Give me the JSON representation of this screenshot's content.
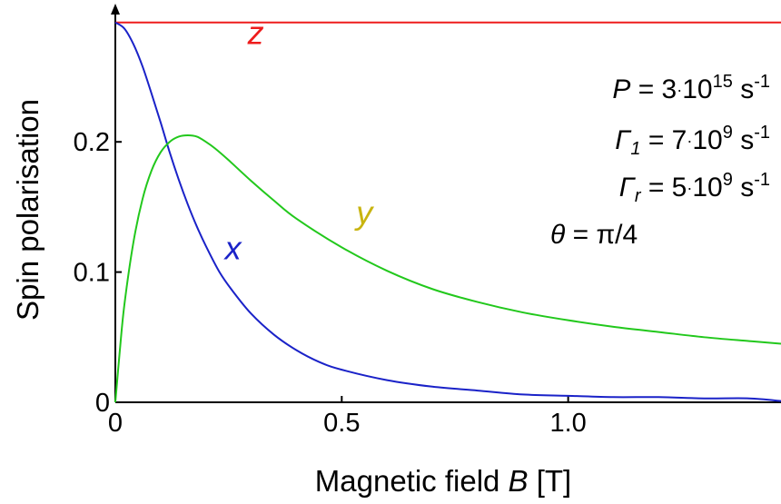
{
  "chart_data": {
    "type": "line",
    "title": "",
    "xlabel_text": "Magnetic field ",
    "xlabel_var": "B",
    "xlabel_unit": " [T]",
    "ylabel": "Spin polarisation",
    "xlim": [
      0,
      1.47
    ],
    "ylim": [
      0,
      0.295
    ],
    "grid": false,
    "x_ticks": [
      {
        "v": 0,
        "label": "0"
      },
      {
        "v": 0.5,
        "label": "0.5"
      },
      {
        "v": 1.0,
        "label": "1.0"
      }
    ],
    "y_ticks": [
      {
        "v": 0,
        "label": "0"
      },
      {
        "v": 0.1,
        "label": "0.1"
      },
      {
        "v": 0.2,
        "label": "0.2"
      }
    ],
    "series": [
      {
        "name": "z",
        "color": "#ee1c1c",
        "x": [
          0,
          1.47
        ],
        "y": [
          0.2917,
          0.2917
        ]
      },
      {
        "name": "x",
        "color": "#1a22c8",
        "x": [
          0,
          0.02,
          0.04,
          0.06,
          0.08,
          0.1,
          0.12,
          0.14,
          0.16,
          0.18,
          0.2,
          0.23,
          0.26,
          0.3,
          0.35,
          0.4,
          0.45,
          0.5,
          0.6,
          0.7,
          0.8,
          0.9,
          1.0,
          1.1,
          1.2,
          1.3,
          1.4,
          1.47
        ],
        "y": [
          0.2917,
          0.287,
          0.275,
          0.258,
          0.237,
          0.215,
          0.192,
          0.171,
          0.152,
          0.135,
          0.12,
          0.1,
          0.085,
          0.068,
          0.052,
          0.04,
          0.031,
          0.025,
          0.017,
          0.012,
          0.009,
          0.006,
          0.005,
          0.004,
          0.004,
          0.003,
          0.003,
          0.001
        ]
      },
      {
        "name": "y",
        "color": "#22c81c",
        "x": [
          0,
          0.01,
          0.02,
          0.04,
          0.06,
          0.08,
          0.1,
          0.12,
          0.14,
          0.16,
          0.18,
          0.2,
          0.22,
          0.25,
          0.3,
          0.35,
          0.4,
          0.5,
          0.6,
          0.7,
          0.8,
          0.9,
          1.0,
          1.1,
          1.2,
          1.3,
          1.4,
          1.47
        ],
        "y": [
          0,
          0.04,
          0.075,
          0.123,
          0.156,
          0.178,
          0.192,
          0.2,
          0.204,
          0.205,
          0.204,
          0.2,
          0.195,
          0.186,
          0.17,
          0.155,
          0.141,
          0.119,
          0.101,
          0.087,
          0.077,
          0.069,
          0.063,
          0.058,
          0.054,
          0.05,
          0.047,
          0.045
        ]
      }
    ],
    "curve_labels": [
      {
        "text": "z",
        "color": "#ee1c1c",
        "x": 0.31,
        "y": 0.275
      },
      {
        "text": "y",
        "color": "#c8b410",
        "x": 0.55,
        "y": 0.137
      },
      {
        "text": "x",
        "color": "#1a22c8",
        "x": 0.26,
        "y": 0.11
      }
    ],
    "annotations": {
      "P_sym": "P",
      "P_eq": " = 3",
      "P_dot": "·",
      "P_base": "10",
      "P_exp": "15",
      "P_unit": " s",
      "P_unit_exp": "-1",
      "G1_sym": "Γ",
      "G1_sub": "1",
      "G1_eq": " = 7",
      "G1_dot": "·",
      "G1_base": "10",
      "G1_exp": "9",
      "G1_unit": " s",
      "G1_unit_exp": "-1",
      "Gr_sym": "Γ",
      "Gr_sub": "r",
      "Gr_eq": " = 5",
      "Gr_dot": "·",
      "Gr_base": "10",
      "Gr_exp": "9",
      "Gr_unit": " s",
      "Gr_unit_exp": "-1",
      "th_sym": "θ",
      "th_eq": " = π/4"
    }
  }
}
